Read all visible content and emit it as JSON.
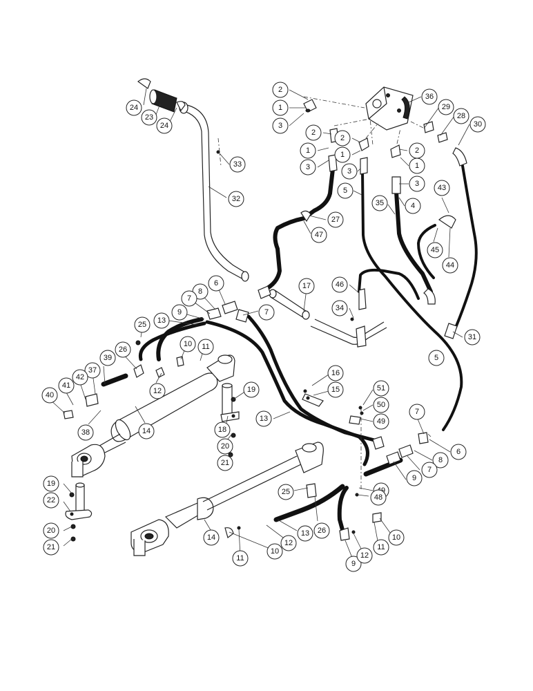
{
  "callouts": [
    "2",
    "1",
    "3",
    "36",
    "29",
    "28",
    "30",
    "2",
    "1",
    "3",
    "2",
    "1",
    "3",
    "2",
    "1",
    "3",
    "5",
    "35",
    "4",
    "43",
    "45",
    "44",
    "24",
    "23",
    "24",
    "33",
    "32",
    "27",
    "47",
    "46",
    "17",
    "34",
    "31",
    "6",
    "8",
    "7",
    "7",
    "9",
    "13",
    "25",
    "10",
    "11",
    "26",
    "39",
    "37",
    "42",
    "41",
    "40",
    "38",
    "12",
    "14",
    "19",
    "18",
    "20",
    "21",
    "16",
    "15",
    "51",
    "50",
    "49",
    "7",
    "5",
    "6",
    "8",
    "7",
    "9",
    "13",
    "49",
    "48",
    "25",
    "26",
    "19",
    "22",
    "20",
    "21",
    "14",
    "11",
    "10",
    "12",
    "13",
    "9",
    "12",
    "11",
    "10"
  ]
}
